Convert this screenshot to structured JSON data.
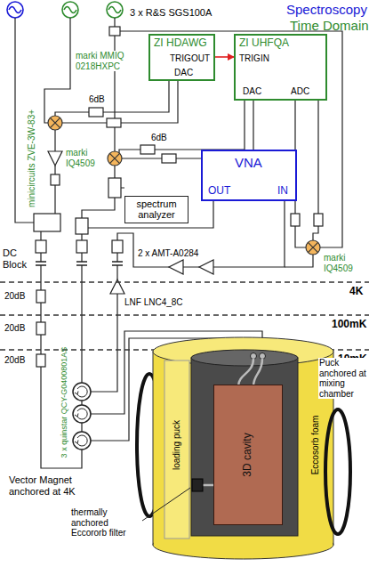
{
  "diagram": {
    "nodes": [
      {
        "text": [
          "ZI HDAWG",
          "TRIGOUT",
          "DAC"
        ]
      },
      {
        "text": [
          "ZI UHFQA",
          "TRIGIN",
          "DAC",
          "ADC"
        ]
      },
      {
        "text": [
          "spectrum analyzer"
        ]
      },
      {
        "text": [
          "VNA",
          "OUT",
          "IN"
        ]
      },
      {
        "text": [
          "3D cavity"
        ]
      }
    ],
    "edges": [
      {
        "from": 0,
        "to": 1,
        "arrow": "to"
      }
    ],
    "labels": [
      "Spectroscopy",
      "Time Domain",
      "3 x R&S SGS100A",
      "marki MMIQ 0218HXPC",
      "6dB",
      "6dB",
      "minicircuits ZVE-3W-83+",
      "marki IQ4509",
      "marki IQ4509",
      "DC Block",
      "2 x AMT-A0284",
      "4K",
      "100mK",
      "10mK",
      "20dB",
      "20dB",
      "20dB",
      "LNF LNC4_8C",
      "3 x quinstar QCY-G0400801AS",
      "Puck anchored at mixing chamber",
      "Vector Magnet anchored at 4K",
      "loading puck",
      "Eccosorb foam",
      "thermally anchored Eccororb filter"
    ]
  }
}
